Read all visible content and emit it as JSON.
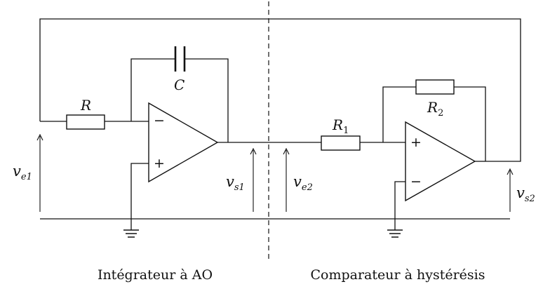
{
  "components": {
    "R": {
      "main": "R",
      "sub": ""
    },
    "C": {
      "main": "C",
      "sub": ""
    },
    "R1": {
      "main": "R",
      "sub": "1"
    },
    "R2": {
      "main": "R",
      "sub": "2"
    }
  },
  "opamp1": {
    "minus": "−",
    "plus": "+"
  },
  "opamp2": {
    "minus": "−",
    "plus": "+"
  },
  "voltages": {
    "ve1": {
      "main": "v",
      "sub": "e1"
    },
    "vs1": {
      "main": "v",
      "sub": "s1"
    },
    "ve2": {
      "main": "v",
      "sub": "e2"
    },
    "vs2": {
      "main": "v",
      "sub": "s2"
    }
  },
  "captions": {
    "left": "Intégrateur à AO",
    "right": "Comparateur à hystérésis"
  }
}
